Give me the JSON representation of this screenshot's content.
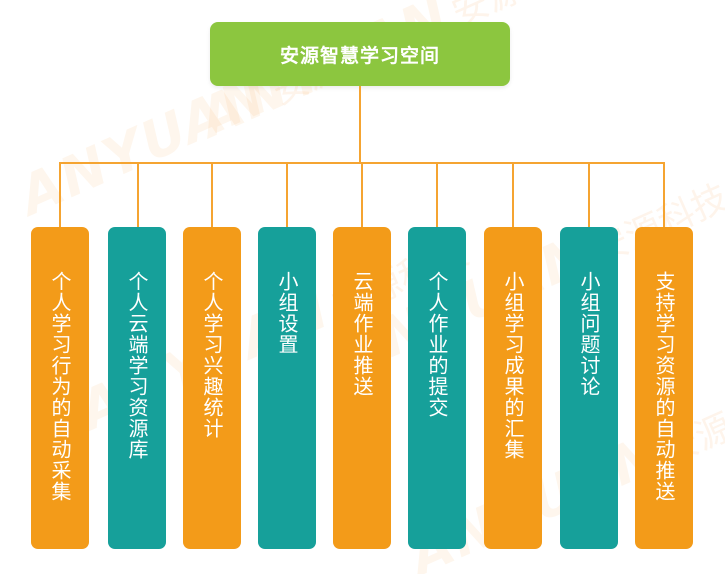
{
  "watermark": {
    "brand": "ANYUAN",
    "cn": "安源科技"
  },
  "root": {
    "title": "安源智慧学习空间"
  },
  "leaves": [
    {
      "label": "个人学习行为的自动采集",
      "color": "#f39b19"
    },
    {
      "label": "个人云端学习资源库",
      "color": "#16a09a"
    },
    {
      "label": "个人学习兴趣统计",
      "color": "#f39b19"
    },
    {
      "label": "小组设置",
      "color": "#16a09a"
    },
    {
      "label": "云端作业推送",
      "color": "#f39b19"
    },
    {
      "label": "个人作业的提交",
      "color": "#16a09a"
    },
    {
      "label": "小组学习成果的汇集",
      "color": "#f39b19"
    },
    {
      "label": "小组问题讨论",
      "color": "#16a09a"
    },
    {
      "label": "支持学习资源的自动推送",
      "color": "#f39b19"
    }
  ],
  "colors": {
    "root": "#8cc63f",
    "orange": "#f39b19",
    "teal": "#16a09a",
    "connector": "#f5a431"
  }
}
